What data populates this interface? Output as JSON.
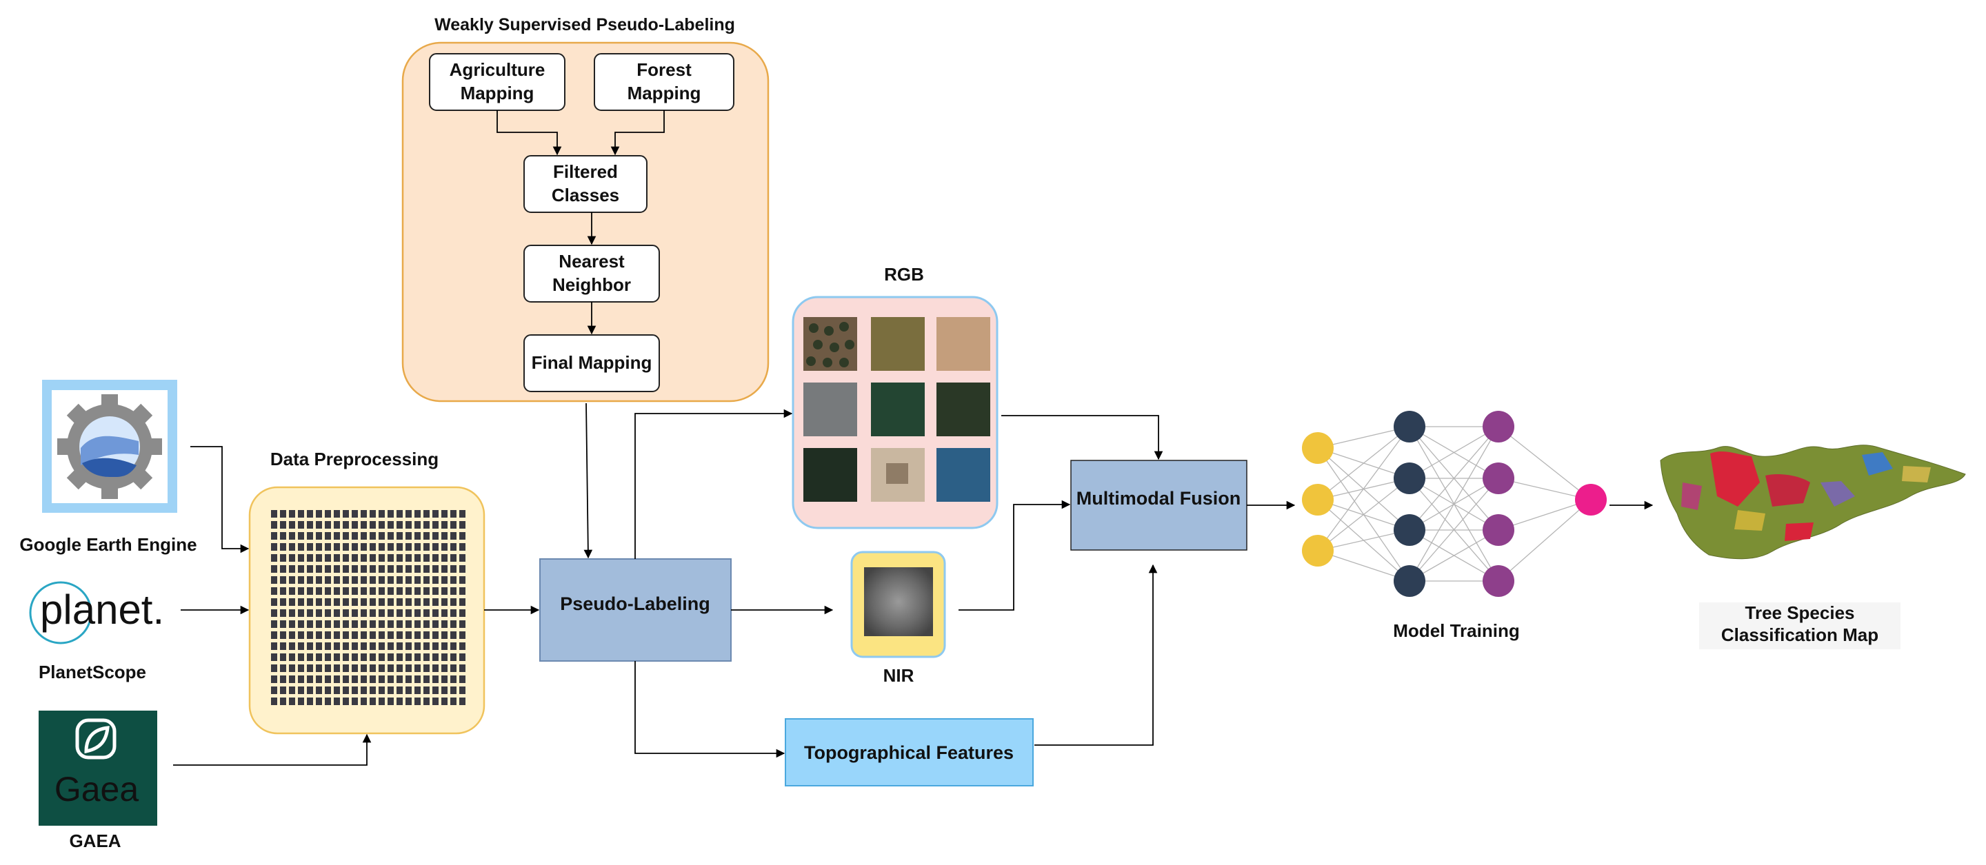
{
  "pseudo_labeling_group": {
    "title": "Weakly Supervised Pseudo-Labeling",
    "agriculture": [
      "Agriculture",
      "Mapping"
    ],
    "forest": [
      "Forest",
      "Mapping"
    ],
    "filtered": [
      "Filtered",
      "Classes"
    ],
    "nearest": [
      "Nearest",
      "Neighbor"
    ],
    "final": "Final Mapping"
  },
  "sources": {
    "gee_label": "Google Earth Engine",
    "planet_logo_text": "planet.",
    "planet_label": "PlanetScope",
    "gaea_logo_text": "Gaea",
    "gaea_label": "GAEA"
  },
  "preprocessing": {
    "title": "Data Preprocessing"
  },
  "pseudo_labeling": {
    "label": "Pseudo-Labeling"
  },
  "rgb": {
    "title": "RGB"
  },
  "nir": {
    "title": "NIR"
  },
  "topo": {
    "label": "Topographical Features"
  },
  "fusion": {
    "label": "Multimodal Fusion"
  },
  "training": {
    "label": "Model Training"
  },
  "output": {
    "label": [
      "Tree Species",
      "Classification Map"
    ]
  },
  "colors": {
    "orange_panel": "#fde4cc",
    "orange_border": "#e8a94a",
    "yellow_panel": "#fff2cc",
    "yellow_border": "#f0c35c",
    "steel_box": "#a2bcdb",
    "rgb_panel": "#fadbd8",
    "rgb_border": "#8ec9f0",
    "topo_box": "#99d6fb",
    "nir_panel": "#fbe482",
    "gaea_green": "#0e4f43",
    "input_nodes": "#f0c43c",
    "hidden1_nodes": "#2d3e55",
    "hidden2_nodes": "#8e3f8b",
    "output_node": "#ec1e8c"
  }
}
